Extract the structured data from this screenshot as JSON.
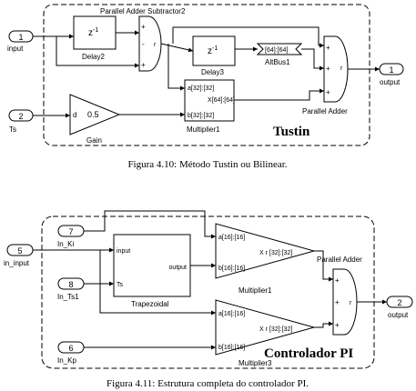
{
  "figure1": {
    "caption": "Figura 4.10: Método Tustin ou Bilinear.",
    "subsystem_title": "Tustin",
    "port_input": {
      "num": "1",
      "label": "input"
    },
    "port_ts": {
      "num": "2",
      "label": "Ts"
    },
    "port_output": {
      "num": "1",
      "label": "output"
    },
    "delay2": {
      "content": "z",
      "sup": "-1",
      "label": "Delay2"
    },
    "delay3": {
      "content": "z",
      "sup": "-1",
      "label": "Delay3"
    },
    "adder_sub": {
      "label": "Parallel Adder Subtractor2",
      "signs": [
        "+",
        "-",
        "+"
      ],
      "out": "r"
    },
    "parallel_adder": {
      "label": "Parallel Adder",
      "signs": [
        "+",
        "+",
        "+"
      ],
      "out": "r"
    },
    "altbus": {
      "content": "[64]:[64]",
      "label": "AltBus1"
    },
    "gain": {
      "port": "d",
      "value": "0.5",
      "label": "Gain"
    },
    "multiplier": {
      "in_a": "a[32]:[32]",
      "in_b": "b[32]:[32]",
      "out": "X[64]:[64]",
      "label": "Multiplier1"
    }
  },
  "figure2": {
    "caption": "Figura 4.11: Estrutura completa do controlador PI.",
    "subsystem_title": "Controlador PI",
    "port_ki": {
      "num": "7",
      "label": "In_Ki"
    },
    "port_input": {
      "num": "5",
      "label": "in_input"
    },
    "port_ts": {
      "num": "8",
      "label": "In_Ts1"
    },
    "port_kp": {
      "num": "6",
      "label": "In_Kp"
    },
    "port_output": {
      "num": "2",
      "label": "output"
    },
    "trapezoidal": {
      "in1": "input",
      "in2": "Ts",
      "out": "output",
      "label": "Trapezoidal"
    },
    "multiplier1": {
      "in_a": "a[16]:[16]",
      "in_b": "b[16]:[16]",
      "out": "X r [32]:[32]",
      "label": "Multiplier1"
    },
    "multiplier3": {
      "in_a": "a[16]:[16]",
      "in_b": "b[16]:[16]",
      "out": "X r [32]:[32]",
      "label": "Multiplier3"
    },
    "parallel_adder": {
      "label": "Parallel Adder",
      "signs": [
        "+",
        "+",
        "+"
      ],
      "out": "r"
    }
  }
}
